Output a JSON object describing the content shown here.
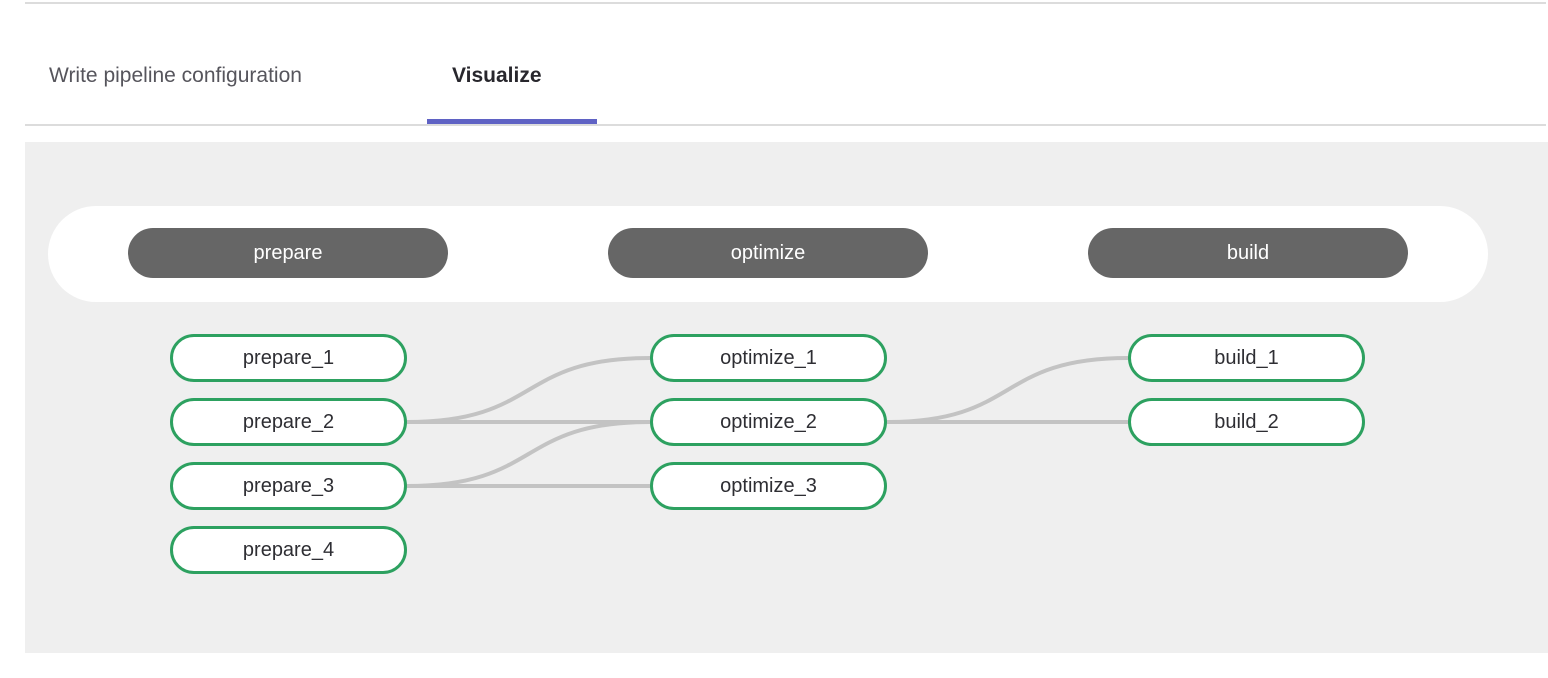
{
  "tabs": [
    {
      "label": "Write pipeline configuration",
      "active": false
    },
    {
      "label": "Visualize",
      "active": true
    }
  ],
  "colors": {
    "accent_indigo": "#5f62c4",
    "divider_gray": "#dcdcdc",
    "panel_background": "#efefef",
    "stage_pill_background": "#666666",
    "stage_pill_text": "#ffffff",
    "job_border_green": "#2da160",
    "job_text": "#2e2e33",
    "link_gray": "#c3c3c3"
  },
  "pipeline": {
    "stages": [
      {
        "name": "prepare",
        "jobs": [
          "prepare_1",
          "prepare_2",
          "prepare_3",
          "prepare_4"
        ]
      },
      {
        "name": "optimize",
        "jobs": [
          "optimize_1",
          "optimize_2",
          "optimize_3"
        ]
      },
      {
        "name": "build",
        "jobs": [
          "build_1",
          "build_2"
        ]
      }
    ],
    "links": [
      {
        "from": "prepare_2",
        "to": "optimize_1"
      },
      {
        "from": "prepare_2",
        "to": "optimize_2"
      },
      {
        "from": "prepare_3",
        "to": "optimize_2"
      },
      {
        "from": "prepare_3",
        "to": "optimize_3"
      },
      {
        "from": "optimize_2",
        "to": "build_1"
      },
      {
        "from": "optimize_2",
        "to": "build_2"
      }
    ]
  }
}
